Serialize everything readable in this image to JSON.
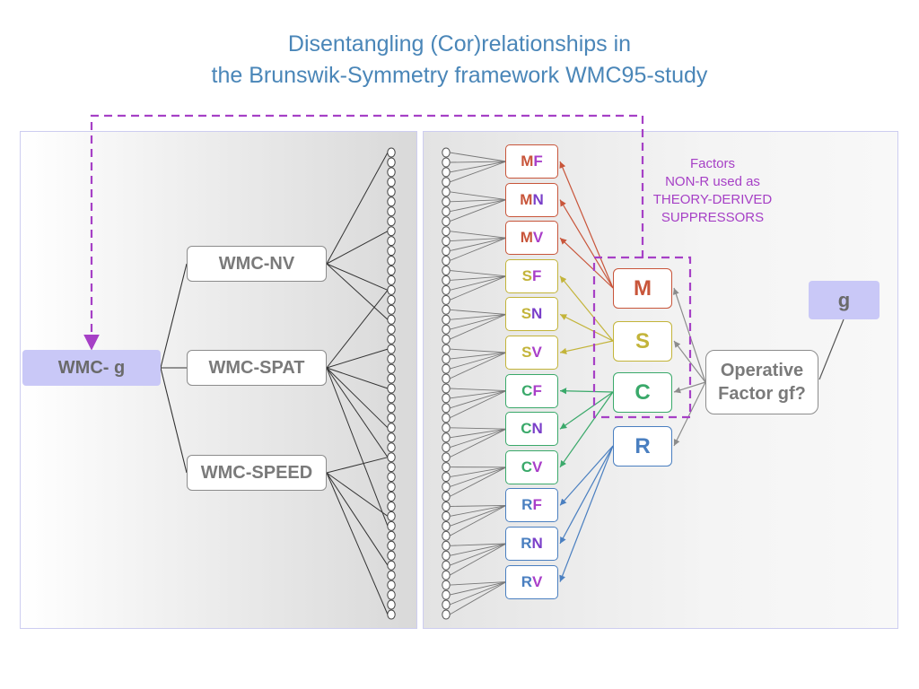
{
  "title": {
    "line1": "Disentangling (Cor)relationships in",
    "line2": "the Brunswik-Symmetry framework WMC95-study"
  },
  "left": {
    "general": "WMC- g",
    "nodes": [
      "WMC-NV",
      "WMC-SPAT",
      "WMC-SPEED"
    ]
  },
  "right": {
    "indicators": [
      {
        "first": "M",
        "second": "F"
      },
      {
        "first": "M",
        "second": "N"
      },
      {
        "first": "M",
        "second": "V"
      },
      {
        "first": "S",
        "second": "F"
      },
      {
        "first": "S",
        "second": "N"
      },
      {
        "first": "S",
        "second": "V"
      },
      {
        "first": "C",
        "second": "F"
      },
      {
        "first": "C",
        "second": "N"
      },
      {
        "first": "C",
        "second": "V"
      },
      {
        "first": "R",
        "second": "F"
      },
      {
        "first": "R",
        "second": "N"
      },
      {
        "first": "R",
        "second": "V"
      }
    ],
    "factors": [
      "M",
      "S",
      "C",
      "R"
    ],
    "operative": {
      "line1": "Operative",
      "line2": "Factor gf?"
    },
    "g": "g",
    "note": {
      "line1": "Factors",
      "line2": "NON-R used as",
      "line3": "THEORY-DERIVED",
      "line4": "SUPPRESSORS"
    }
  },
  "colors": {
    "title": "#4a86b8",
    "M": "#c8553a",
    "S": "#c3b43a",
    "C": "#3aa96a",
    "R": "#4a7fc0",
    "F": "#a93fc9",
    "N": "#7a3fc9",
    "V": "#a93fc9",
    "suppressor": "#a640c6",
    "lavender": "#c9c8f7",
    "grey": "#8c8c8c"
  }
}
